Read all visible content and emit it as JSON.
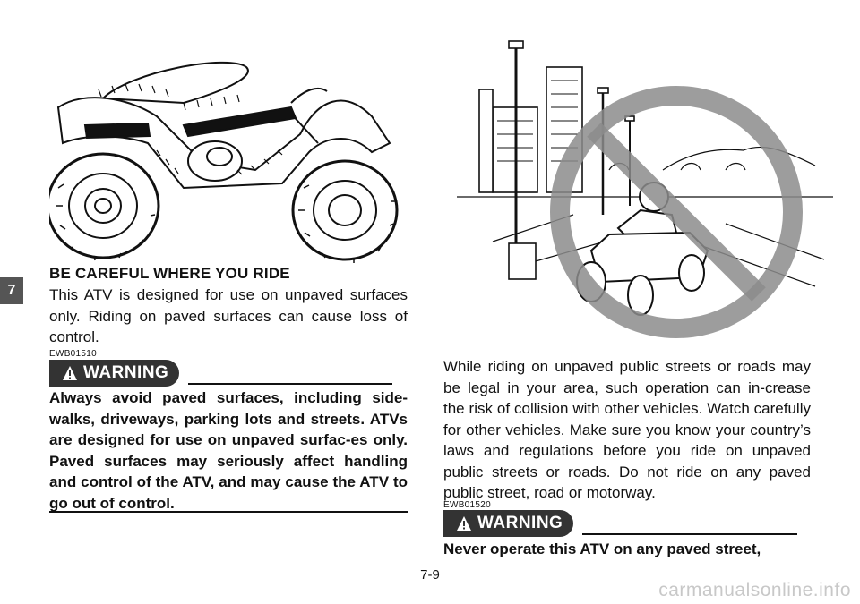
{
  "chapter_tab": "7",
  "left_section": {
    "heading": "BE CAREFUL WHERE YOU RIDE",
    "body": "This ATV is designed for use on unpaved surfaces only. Riding on paved surfaces can cause loss of control.",
    "code": "EWB01510",
    "warning_label": "WARNING",
    "warning_text": "Always avoid paved surfaces, including side-walks, driveways, parking lots and streets. ATVs are designed for use on unpaved surfac-es only. Paved surfaces may seriously affect handling and control of the ATV, and may cause the ATV to go out of control."
  },
  "right_section": {
    "body": "While riding on unpaved public streets or roads may be legal in your area, such operation can in-crease the risk of collision with other vehicles. Watch carefully for other vehicles. Make sure you know your country’s laws and regulations before you ride on unpaved public streets or roads. Do not ride on any paved public street, road or motorway.",
    "code": "EWB01520",
    "warning_label": "WARNING",
    "warning_text": "Never operate this ATV on any paved street,"
  },
  "page_number": "7-9",
  "watermark": "carmanualsonline.info",
  "icons": {
    "warning": "warning-triangle-icon",
    "prohibition": "prohibition-circle-icon"
  },
  "colors": {
    "warning_bg": "#333333",
    "prohibition_ring": "#8c8c8c",
    "chapter_tab_bg": "#555555"
  }
}
